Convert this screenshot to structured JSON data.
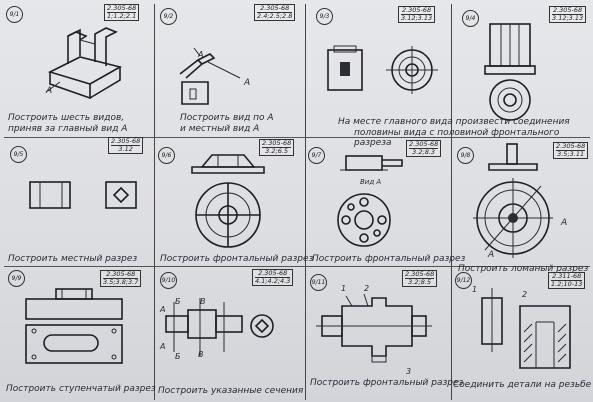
{
  "tasks": [
    {
      "number": "9/1",
      "standard": "2.305-68",
      "pages": "1;1.2;2.1",
      "arrow_letter": "A",
      "caption_line1": "Построить шесть видов,",
      "caption_line2": "приняв за главный вид А"
    },
    {
      "number": "9/2",
      "standard": "2.305-68",
      "pages": "2.4;2.5;2.8",
      "arrow_letter": "A",
      "caption_line1": "Построить вид по А",
      "caption_line2": "и местный вид А"
    },
    {
      "number": "9/3",
      "standard": "2.305-68",
      "pages": "3.12;3.13",
      "caption_line1": "На месте главного вида произвести соединения",
      "caption_line2": "половины вида с половиной фронтального разреза"
    },
    {
      "number": "9/4",
      "standard": "2.305-68",
      "pages": "3.12;3.13"
    },
    {
      "number": "9/5",
      "standard": "2.305-68",
      "pages": "3.12",
      "caption_line1": "Построить местный разрез"
    },
    {
      "number": "9/6",
      "standard": "2.305-68",
      "pages": "3.2;6.5",
      "caption_line1": "Построить фронтальный разрез"
    },
    {
      "number": "9/7",
      "standard": "2.305-68",
      "pages": "3.2;8.3",
      "view_label": "Вид А",
      "caption_line1": "Построить фронтальный разрез"
    },
    {
      "number": "9/8",
      "standard": "2.305-68",
      "pages": "3.5;3.11",
      "arrow_letter": "A",
      "caption_line1": "Построить ломаный разрез"
    },
    {
      "number": "9/9",
      "standard": "2.305-68",
      "pages": "3.5;3.8;3.7",
      "caption_line1": "Построить ступенчатый разрез"
    },
    {
      "number": "9/10",
      "standard": "2.305-68",
      "pages": "4.1;4.2;4.3",
      "letter_a": "А",
      "letter_b": "Б",
      "letter_v": "В",
      "caption_line1": "Построить указанные сечения"
    },
    {
      "number": "9/11",
      "standard": "2.305-68",
      "pages": "3.2;8.5",
      "callout_1": "1",
      "callout_2": "2",
      "callout_3": "3",
      "caption_line1": "Построить фронтальный разрез"
    },
    {
      "number": "9/12",
      "standard": "2.311-68",
      "pages": "1.2;10-13",
      "callout_1": "1",
      "callout_2": "2",
      "caption_line1": "Соединить детали на резьбе"
    }
  ]
}
